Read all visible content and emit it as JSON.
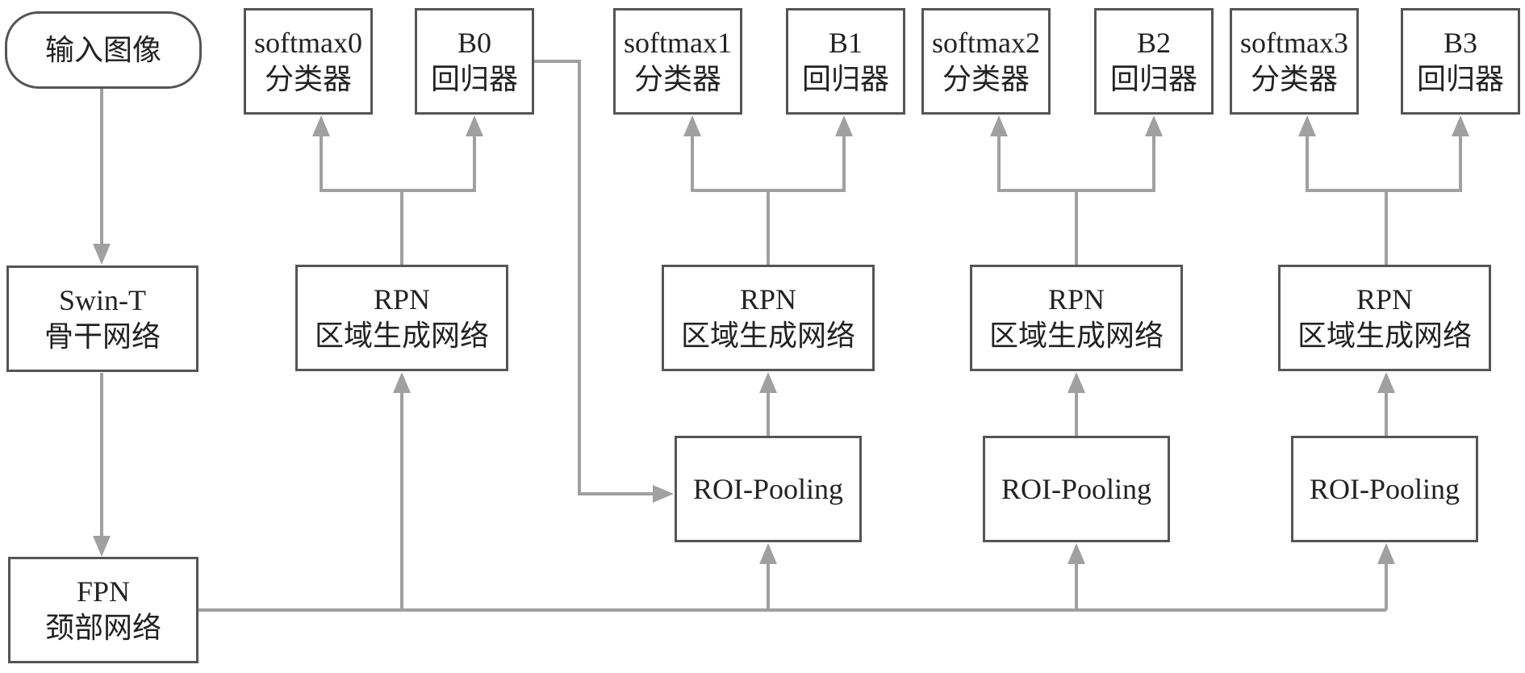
{
  "diagram": {
    "colors": {
      "box_border": "#555555",
      "connector": "#a0a0a0",
      "text": "#222222"
    },
    "nodes": {
      "input": {
        "lines": [
          "输入图像"
        ]
      },
      "backbone": {
        "lines": [
          "Swin-T",
          "骨干网络"
        ]
      },
      "neck": {
        "lines": [
          "FPN",
          "颈部网络"
        ]
      },
      "rpn0": {
        "lines": [
          "RPN",
          "区域生成网络"
        ]
      },
      "cls0": {
        "lines": [
          "softmax0",
          "分类器"
        ]
      },
      "reg0": {
        "lines": [
          "B0",
          "回归器"
        ]
      },
      "roi1": {
        "lines": [
          "ROI-Pooling"
        ]
      },
      "rpn1": {
        "lines": [
          "RPN",
          "区域生成网络"
        ]
      },
      "cls1": {
        "lines": [
          "softmax1",
          "分类器"
        ]
      },
      "reg1": {
        "lines": [
          "B1",
          "回归器"
        ]
      },
      "roi2": {
        "lines": [
          "ROI-Pooling"
        ]
      },
      "rpn2": {
        "lines": [
          "RPN",
          "区域生成网络"
        ]
      },
      "cls2": {
        "lines": [
          "softmax2",
          "分类器"
        ]
      },
      "reg2": {
        "lines": [
          "B2",
          "回归器"
        ]
      },
      "roi3": {
        "lines": [
          "ROI-Pooling"
        ]
      },
      "rpn3": {
        "lines": [
          "RPN",
          "区域生成网络"
        ]
      },
      "cls3": {
        "lines": [
          "softmax3",
          "分类器"
        ]
      },
      "reg3": {
        "lines": [
          "B3",
          "回归器"
        ]
      }
    },
    "edges": [
      {
        "from": "input",
        "to": "backbone"
      },
      {
        "from": "backbone",
        "to": "neck"
      },
      {
        "from": "neck",
        "to": "rpn0"
      },
      {
        "from": "neck",
        "to": "roi1"
      },
      {
        "from": "neck",
        "to": "roi2"
      },
      {
        "from": "neck",
        "to": "roi3"
      },
      {
        "from": "rpn0",
        "to": "cls0"
      },
      {
        "from": "rpn0",
        "to": "reg0"
      },
      {
        "from": "reg0",
        "to": "roi1"
      },
      {
        "from": "roi1",
        "to": "rpn1"
      },
      {
        "from": "rpn1",
        "to": "cls1"
      },
      {
        "from": "rpn1",
        "to": "reg1"
      },
      {
        "from": "roi2",
        "to": "rpn2"
      },
      {
        "from": "rpn2",
        "to": "cls2"
      },
      {
        "from": "rpn2",
        "to": "reg2"
      },
      {
        "from": "roi3",
        "to": "rpn3"
      },
      {
        "from": "rpn3",
        "to": "cls3"
      },
      {
        "from": "rpn3",
        "to": "reg3"
      }
    ]
  }
}
